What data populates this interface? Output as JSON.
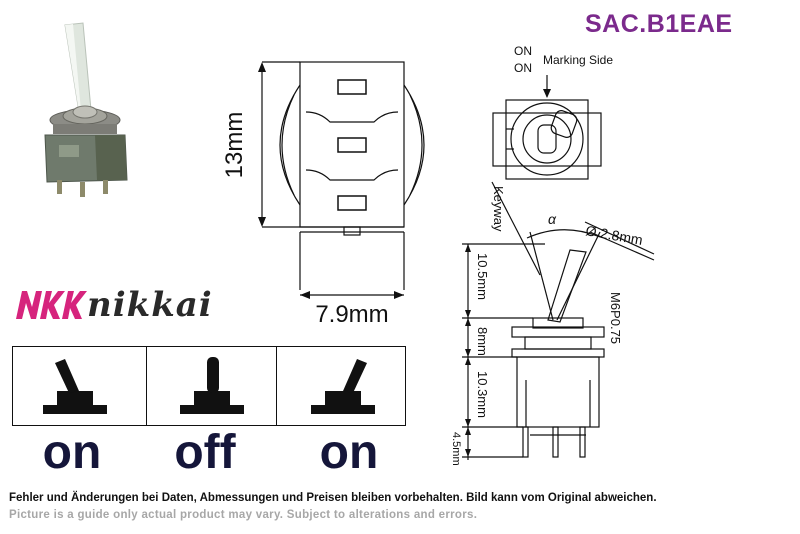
{
  "product_code": "SAC.B1EAE",
  "brand": {
    "logo_mark": "NKK",
    "logo_text": "nikkai"
  },
  "switch_positions": [
    {
      "label": "on",
      "lever": "left"
    },
    {
      "label": "off",
      "lever": "center"
    },
    {
      "label": "on",
      "lever": "right"
    }
  ],
  "drawing_labels": {
    "height": "13mm",
    "width": "7.9mm",
    "on_top": "ON",
    "on_bottom": "ON",
    "marking_side": "Marking Side",
    "keyway": "Keyway",
    "alpha": "α",
    "lever_diameter": "Ø 2.8mm",
    "lever_length": "10.5mm",
    "bushing_height": "8mm",
    "body_height": "10.3mm",
    "terminal_length": "4.5mm",
    "thread": "M6P0.75"
  },
  "disclaimer": {
    "de": "Fehler und Änderungen bei Daten, Abmessungen und Preisen bleiben vorbehalten. Bild kann vom Original abweichen.",
    "en": "Picture is a guide only actual product may vary. Subject to alterations and errors."
  }
}
